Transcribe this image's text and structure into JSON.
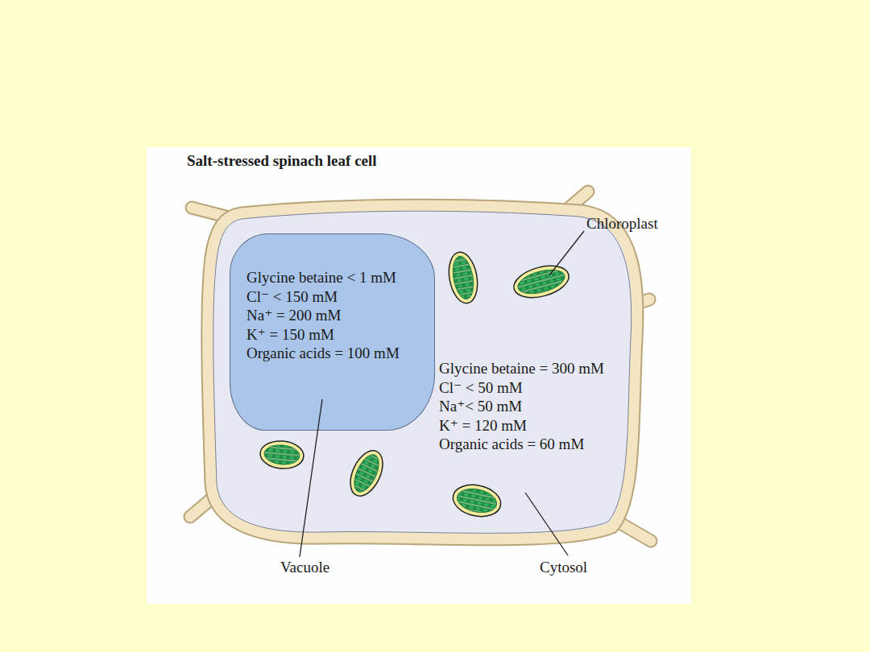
{
  "diagram": {
    "title": "Salt-stressed spinach leaf cell",
    "nodes": [
      {
        "text": [
          "Glycine betaine = 300 mM",
          "Cl⁻ < 50 mM",
          "Na⁺< 50 mM",
          "K⁺ = 120 mM",
          "Organic acids = 60 mM"
        ]
      },
      {
        "text": [
          "Glycine betaine < 1 mM",
          "Cl⁻ < 150 mM",
          "Na⁺ = 200 mM",
          "K⁺ = 150 mM",
          "Organic acids = 100 mM"
        ],
        "in": 0
      }
    ],
    "labels": [
      "Chloroplast",
      "Vacuole",
      "Cytosol"
    ]
  }
}
